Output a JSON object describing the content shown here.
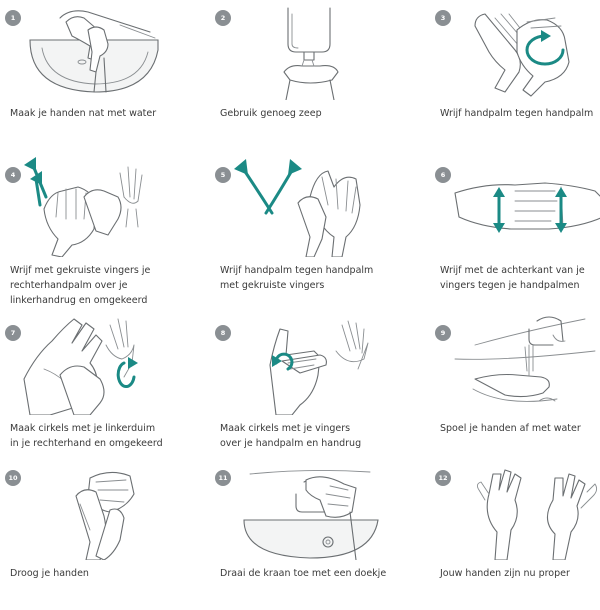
{
  "steps": [
    {
      "number": "1",
      "caption": "Maak je handen nat met water"
    },
    {
      "number": "2",
      "caption": "Gebruik genoeg zeep"
    },
    {
      "number": "3",
      "caption": "Wrijf handpalm tegen handpalm"
    },
    {
      "number": "4",
      "caption": "Wrijf met gekruiste vingers je\nrechterhandpalm over je\nlinkerhandrug en omgekeerd"
    },
    {
      "number": "5",
      "caption": "Wrijf handpalm tegen handpalm\nmet gekruiste vingers"
    },
    {
      "number": "6",
      "caption": "Wrijf met de achterkant van je\nvingers tegen je handpalmen"
    },
    {
      "number": "7",
      "caption": "Maak cirkels met je linkerduim\nin je rechterhand en omgekeerd"
    },
    {
      "number": "8",
      "caption": "Maak cirkels met je vingers\nover je handpalm en handrug"
    },
    {
      "number": "9",
      "caption": "Spoel je handen af met water"
    },
    {
      "number": "10",
      "caption": "Droog je handen"
    },
    {
      "number": "11",
      "caption": "Draai de kraan toe met een doekje"
    },
    {
      "number": "12",
      "caption": "Jouw handen zijn nu proper"
    }
  ],
  "colors": {
    "accent": "#1b8a85",
    "badge": "#8a8f93",
    "line": "#6b6f72",
    "text": "#3a3a3a"
  },
  "icons": [
    "sink-faucet-icon",
    "soap-dispenser-icon",
    "palm-rub-icon",
    "crossed-fingers-icon",
    "interlaced-fingers-icon",
    "finger-backs-icon",
    "thumb-rotate-icon",
    "fingertips-rotate-icon",
    "rinse-icon",
    "towel-dry-icon",
    "faucet-close-icon",
    "clean-hands-icon"
  ]
}
